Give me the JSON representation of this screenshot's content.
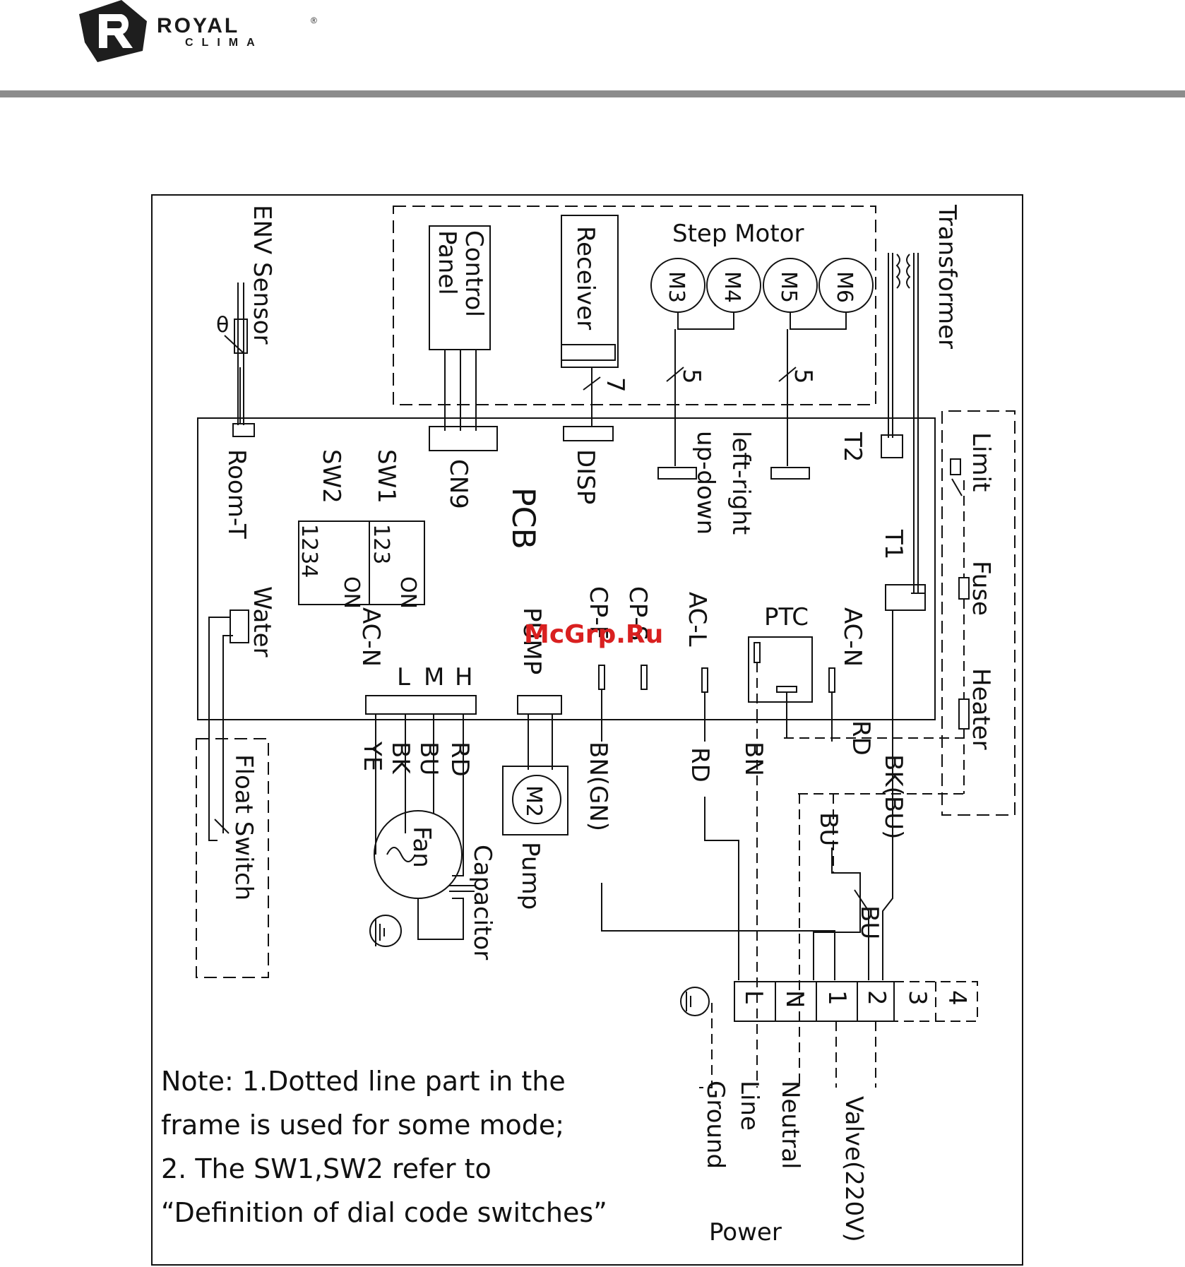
{
  "brand": {
    "name": "ROYAL",
    "registered": "®",
    "sub": "CLIMA",
    "bar_color": "#8c8c8c"
  },
  "watermark": {
    "text": "McGrp.Ru",
    "color": "#d92020"
  },
  "labels": {
    "env_sensor": "ENV Sensor",
    "theta": "θ",
    "control_panel_1": "Control",
    "control_panel_2": "Panel",
    "receiver": "Receiver",
    "step_motor": "Step Motor",
    "m3": "M3",
    "m4": "M4",
    "m5": "M5",
    "m6": "M6",
    "transformer": "Transformer",
    "bus7": "7",
    "bus5a": "5",
    "bus5b": "5",
    "room_t": "Room-T",
    "sw2": "SW2",
    "sw1": "SW1",
    "cn9": "CN9",
    "disp": "DISP",
    "pcb": "PCB",
    "up_down": "up-down",
    "left_right": "left-right",
    "t2": "T2",
    "t1": "T1",
    "limit": "Limit",
    "fuse": "Fuse",
    "heater": "Heater",
    "sw2_nums": "1234",
    "sw1_nums": "123",
    "on_a": "ON",
    "on_b": "ON",
    "water": "Water",
    "ac_n_left": "AC-N",
    "l": "L",
    "m": "M",
    "h": "H",
    "pump_conn": "PUMP",
    "cp_f": "CP-F",
    "cp_s": "CP-S",
    "ac_l": "AC-L",
    "ptc": "PTC",
    "ac_n_right": "AC-N",
    "ye": "YE",
    "bk": "BK",
    "bu": "BU",
    "rd_fan": "RD",
    "bn_gn": "BN(GN)",
    "rd_acl": "RD",
    "bn": "BN",
    "rd_ptc": "RD",
    "bk_bu": "BK(BU)",
    "bu_acn": "BU",
    "bu_t1": "BU",
    "float_switch": "Float Switch",
    "fan": "Fan",
    "capacitor": "Capacitor",
    "m2": "M2",
    "pump": "Pump",
    "tb_l": "L",
    "tb_n": "N",
    "tb_1": "1",
    "tb_2": "2",
    "tb_3": "3",
    "tb_4": "4",
    "ground": "Ground",
    "line": "Line",
    "neutral": "Neutral",
    "valve": "Valve(220V)",
    "power": "Power"
  },
  "note": {
    "line1": "Note: 1.Dotted line part in the",
    "line2": "frame is used for some mode;",
    "line3": "2. The SW1,SW2 refer to",
    "line4": "“Definition of dial code switches”"
  }
}
